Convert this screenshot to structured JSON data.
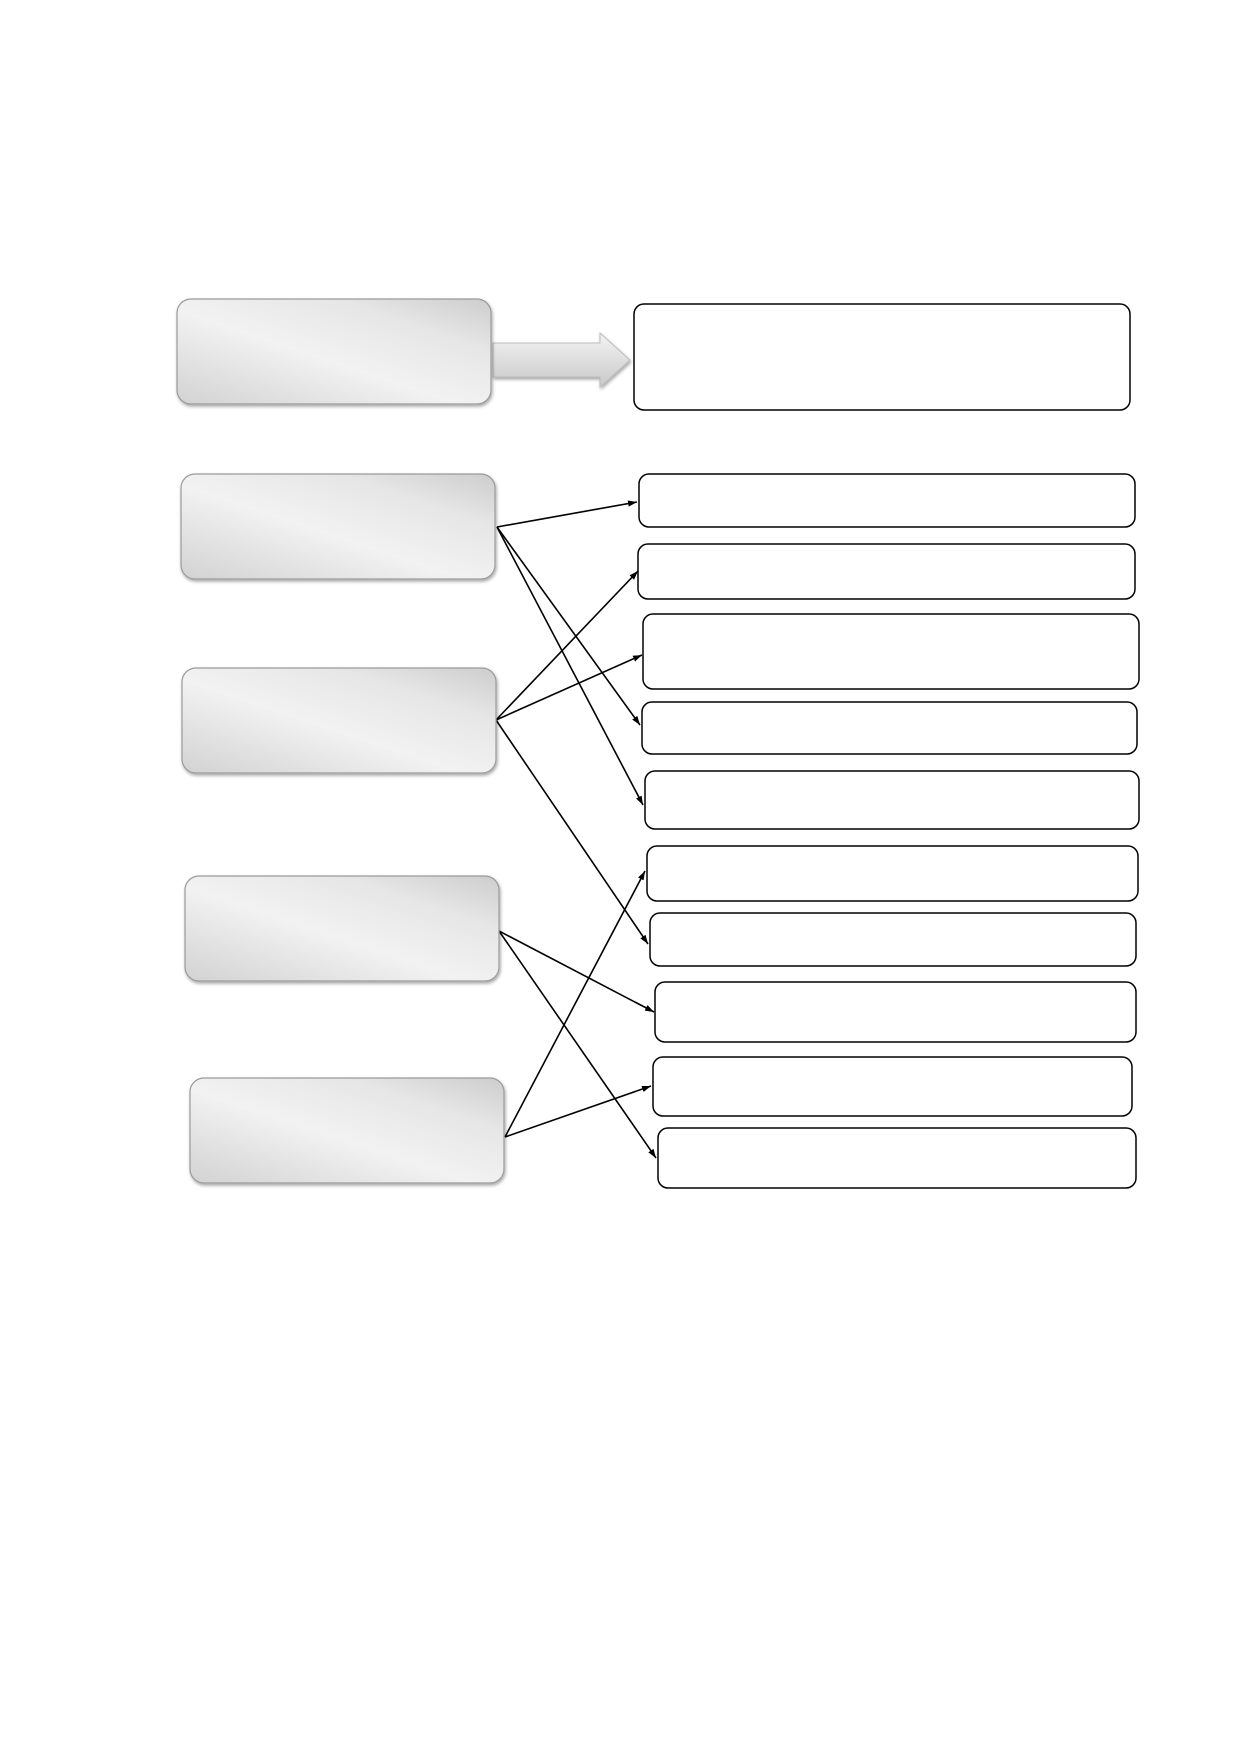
{
  "diagram": {
    "type": "matching-diagram",
    "left_boxes": [
      {
        "id": "L1",
        "text": ""
      },
      {
        "id": "L2",
        "text": ""
      },
      {
        "id": "L3",
        "text": ""
      },
      {
        "id": "L4",
        "text": ""
      },
      {
        "id": "L5",
        "text": ""
      }
    ],
    "right_boxes": [
      {
        "id": "R0",
        "text": ""
      },
      {
        "id": "R1",
        "text": ""
      },
      {
        "id": "R2",
        "text": ""
      },
      {
        "id": "R3",
        "text": ""
      },
      {
        "id": "R4",
        "text": ""
      },
      {
        "id": "R5",
        "text": ""
      },
      {
        "id": "R6",
        "text": ""
      },
      {
        "id": "R7",
        "text": ""
      },
      {
        "id": "R8",
        "text": ""
      },
      {
        "id": "R9",
        "text": ""
      },
      {
        "id": "R10",
        "text": ""
      }
    ],
    "connections": [
      {
        "from": "L1",
        "to": "R0",
        "style": "block-arrow"
      },
      {
        "from": "L2",
        "to": "R1",
        "style": "line-arrow"
      },
      {
        "from": "L2",
        "to": "R4",
        "style": "line-arrow"
      },
      {
        "from": "L2",
        "to": "R5",
        "style": "line-arrow"
      },
      {
        "from": "L3",
        "to": "R2",
        "style": "line-arrow"
      },
      {
        "from": "L3",
        "to": "R3",
        "style": "line-arrow"
      },
      {
        "from": "L3",
        "to": "R7",
        "style": "line-arrow"
      },
      {
        "from": "L4",
        "to": "R8",
        "style": "line-arrow"
      },
      {
        "from": "L4",
        "to": "R10",
        "style": "line-arrow"
      },
      {
        "from": "L5",
        "to": "R6",
        "style": "line-arrow"
      },
      {
        "from": "L5",
        "to": "R9",
        "style": "line-arrow"
      }
    ],
    "colors": {
      "left_fill_light": "#f4f4f4",
      "left_fill_dark": "#cfcfcf",
      "left_border": "#9a9a9a",
      "right_border": "#000000",
      "arrow": "#000000"
    }
  }
}
